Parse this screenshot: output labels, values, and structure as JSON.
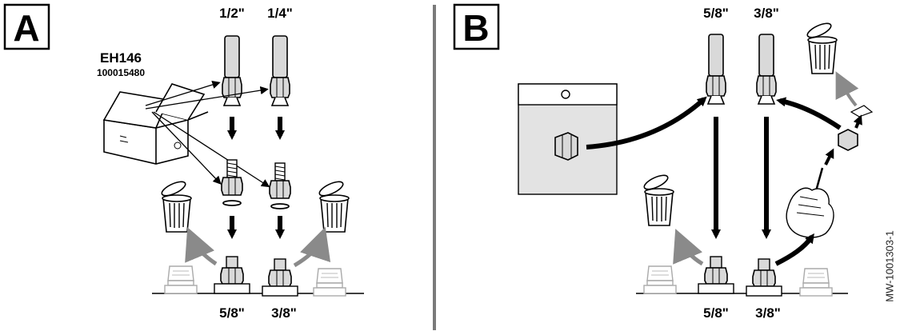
{
  "panel_a": {
    "letter": "A",
    "kit_name": "EH146",
    "kit_ref": "100015480",
    "top_left_size": "1/2\"",
    "top_right_size": "1/4\"",
    "bottom_left_size": "5/8\"",
    "bottom_right_size": "3/8\""
  },
  "panel_b": {
    "letter": "B",
    "top_left_size": "5/8\"",
    "top_right_size": "3/8\"",
    "bottom_left_size": "5/8\"",
    "bottom_right_size": "3/8\""
  },
  "document_code": "MW-1001303-1",
  "colors": {
    "ink": "#000000",
    "part_grey": "#d9d9d9",
    "bag_grey": "#e3e3e3",
    "return_arrow": "#8a8a8a",
    "divider": "#7a7a7a"
  }
}
